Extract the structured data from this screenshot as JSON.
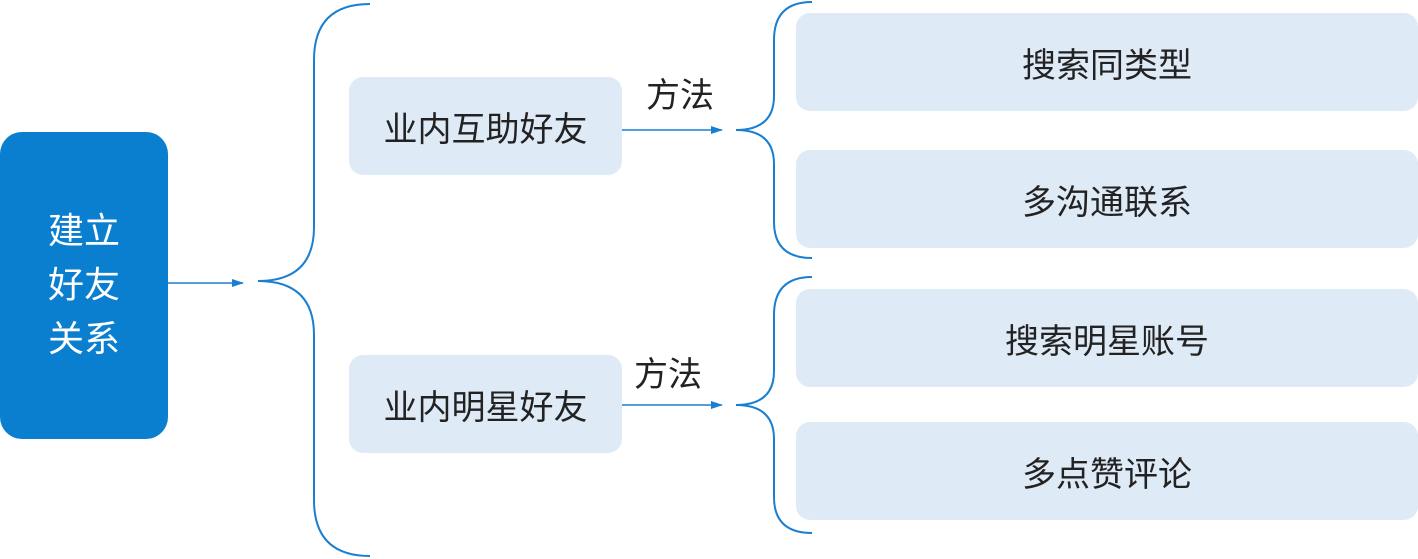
{
  "root": {
    "lines": [
      "建立",
      "好友",
      "关系"
    ]
  },
  "branches": [
    {
      "label": "业内互助好友",
      "edge_label": "方法",
      "children": [
        "搜索同类型",
        "多沟通联系"
      ]
    },
    {
      "label": "业内明星好友",
      "edge_label": "方法",
      "children": [
        "搜索明星账号",
        "多点赞评论"
      ]
    }
  ],
  "colors": {
    "root_fill": "#0a7fd0",
    "box_fill": "#dfeaf7",
    "connector": "#1a7fd0"
  }
}
